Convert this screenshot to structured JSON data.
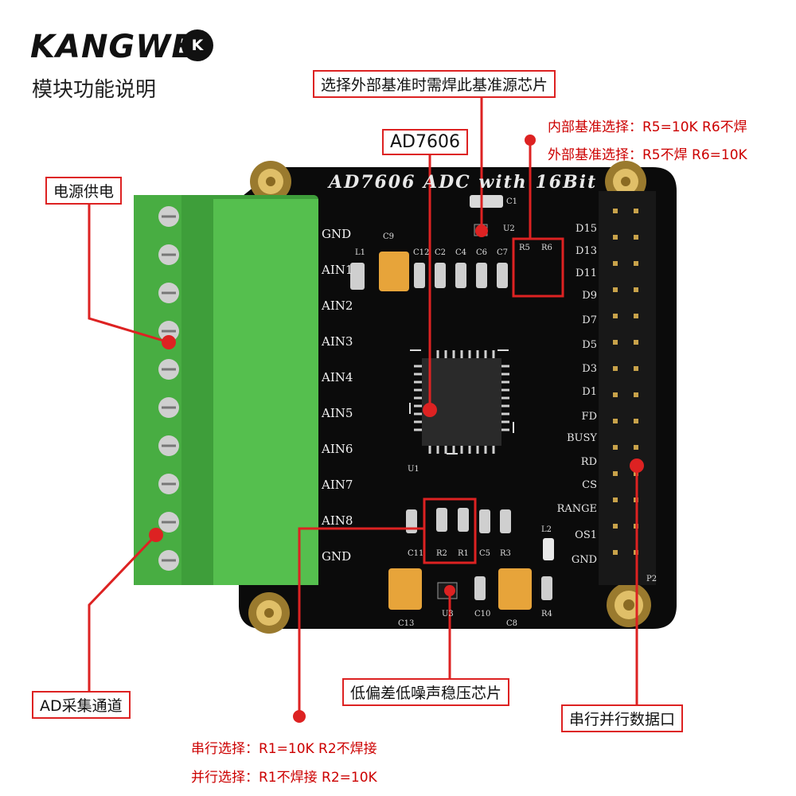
{
  "brand": {
    "logo_text": "KANGWEI",
    "badge_text": "K"
  },
  "subtitle": "模块功能说明",
  "callouts": {
    "vref_chip": "选择外部基准时需焊此基准源芯片",
    "ad7606": "AD7606",
    "power": "电源供电",
    "ad_channel": "AD采集通道",
    "low_noise_regulator": "低偏差低噪声稳压芯片",
    "data_port": "串行并行数据口"
  },
  "notes": {
    "internal_ref": "内部基准选择：R5=10K R6不焊",
    "external_ref": "外部基准选择：R5不焊 R6=10K",
    "serial_select": "串行选择：R1=10K R2不焊接",
    "parallel_select": "并行选择：R1不焊接 R2=10K"
  },
  "board": {
    "title": "AD7606 ADC with 16Bit",
    "left_labels": [
      "GND",
      "AIN1",
      "AIN2",
      "AIN3",
      "AIN4",
      "AIN5",
      "AIN6",
      "AIN7",
      "AIN8",
      "GND"
    ],
    "right_labels": [
      "D15",
      "D13",
      "D11",
      "D9",
      "D7",
      "D5",
      "D3",
      "D1",
      "FD",
      "BUSY",
      "RD",
      "CS",
      "RANGE",
      "OS1",
      "GND"
    ],
    "silkscreen": {
      "c9": "C9",
      "l1": "L1",
      "c12": "C12",
      "c2": "C2",
      "c4": "C4",
      "c6": "C6",
      "c7": "C7",
      "r5": "R5",
      "r6": "R6",
      "c1": "C1",
      "u2": "U2",
      "u1": "U1",
      "c11": "C11",
      "r2": "R2",
      "r1": "R1",
      "c5": "C5",
      "r3": "R3",
      "l2": "L2",
      "c13": "C13",
      "u3": "U3",
      "c10": "C10",
      "c8": "C8",
      "r4": "R4",
      "p2": "P2"
    }
  },
  "colors": {
    "highlight": "#dd2222",
    "pcb": "#0b0b0b",
    "terminal_green": "#4fb848",
    "header_black": "#181818",
    "brass": "#c8a24a"
  }
}
